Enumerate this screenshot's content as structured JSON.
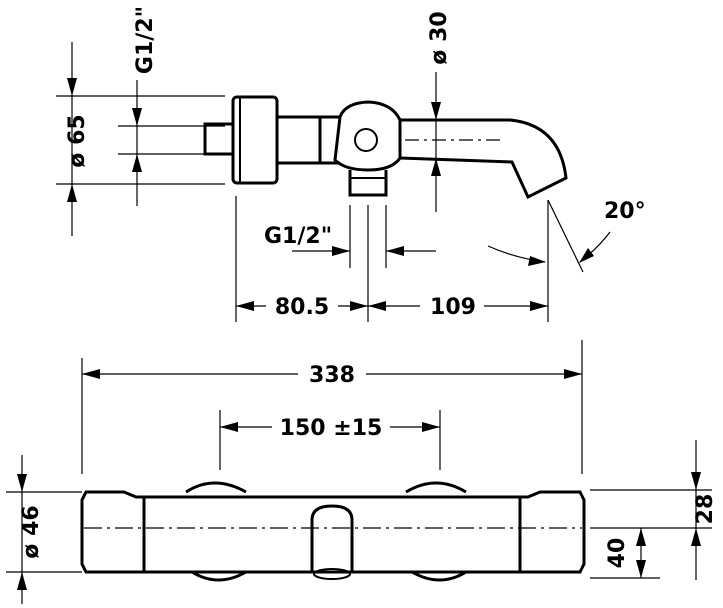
{
  "labels": {
    "g_half_top": "G1/2\"",
    "dia_30": "ø 30",
    "dia_65": "ø 65",
    "angle_20": "20°",
    "g_half_mid": "G1/2\"",
    "dim_80_5": "80.5",
    "dim_109": "109",
    "dim_338": "338",
    "dim_150": "150 ±15",
    "dia_46": "ø 46",
    "dim_28": "28",
    "dim_40": "40"
  }
}
